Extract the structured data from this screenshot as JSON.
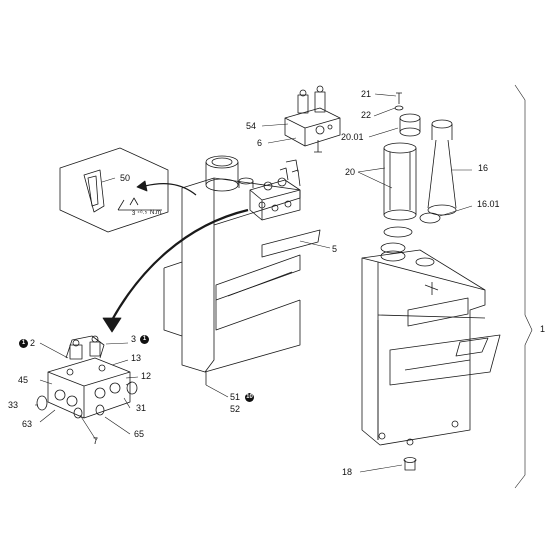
{
  "callouts": {
    "c1": "1",
    "c2": "2",
    "c3": "3",
    "c5": "5",
    "c6": "6",
    "c7": "7",
    "c12": "12",
    "c13": "13",
    "c16": "16",
    "c16_01": "16.01",
    "c18": "18",
    "c20": "20",
    "c20_01": "20.01",
    "c21": "21",
    "c22": "22",
    "c31": "31",
    "c33": "33",
    "c45": "45",
    "c50": "50",
    "c51": "51",
    "c52": "52",
    "c54": "54",
    "c63": "63",
    "c65": "65"
  },
  "badges": {
    "b1": "1",
    "b2": "1",
    "b3": "10"
  },
  "detail": {
    "torque_value": "3 ⁺⁰·⁵",
    "torque_unit": "N.m."
  },
  "colors": {
    "line": "#1a1a1a",
    "badge_bg": "#111111"
  }
}
